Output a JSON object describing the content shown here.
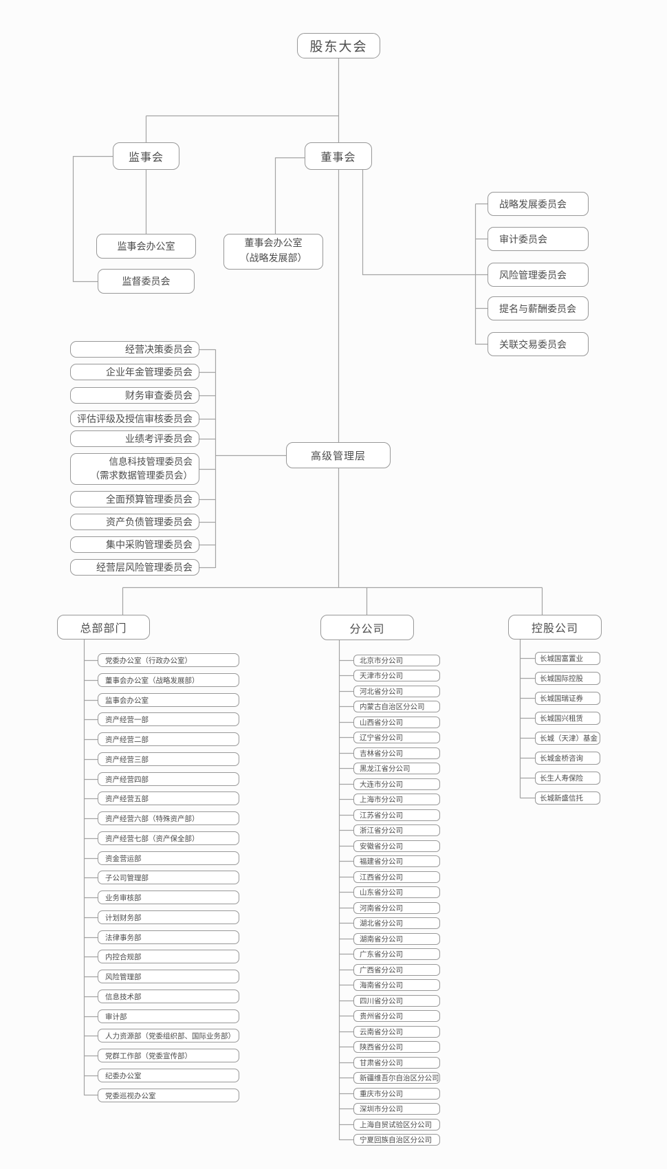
{
  "org": {
    "root": "股东大会",
    "supervisory": {
      "title": "监事会",
      "children": [
        "监事会办公室",
        "监督委员会"
      ]
    },
    "board": {
      "title": "董事会",
      "office": {
        "line1": "董事会办公室",
        "line2": "（战略发展部）"
      },
      "committees": [
        "战略发展委员会",
        "审计委员会",
        "风险管理委员会",
        "提名与薪酬委员会",
        "关联交易委员会"
      ]
    },
    "management": {
      "title": "高级管理层",
      "committees": [
        {
          "label": "经营决策委员会"
        },
        {
          "label": "企业年金管理委员会"
        },
        {
          "label": "财务审查委员会"
        },
        {
          "label": "评估评级及授信审核委员会"
        },
        {
          "label": "业绩考评委员会"
        },
        {
          "label": "信息科技管理委员会",
          "label2": "（需求数据管理委员会）"
        },
        {
          "label": "全面预算管理委员会"
        },
        {
          "label": "资产负债管理委员会"
        },
        {
          "label": "集中采购管理委员会"
        },
        {
          "label": "经营层风险管理委员会"
        }
      ]
    },
    "hq": {
      "title": "总部部门",
      "departments": [
        "党委办公室（行政办公室）",
        "董事会办公室（战略发展部）",
        "监事会办公室",
        "资产经营一部",
        "资产经营二部",
        "资产经营三部",
        "资产经营四部",
        "资产经营五部",
        "资产经营六部（特殊资产部）",
        "资产经营七部（资产保全部）",
        "资金营运部",
        "子公司管理部",
        "业务审核部",
        "计划财务部",
        "法律事务部",
        "内控合规部",
        "风险管理部",
        "信息技术部",
        "审计部",
        "人力资源部（党委组织部、国际业务部）",
        "党群工作部（党委宣传部）",
        "纪委办公室",
        "党委巡视办公室"
      ]
    },
    "branches": {
      "title": "分公司",
      "items": [
        "北京市分公司",
        "天津市分公司",
        "河北省分公司",
        "内蒙古自治区分公司",
        "山西省分公司",
        "辽宁省分公司",
        "吉林省分公司",
        "黑龙江省分公司",
        "大连市分公司",
        "上海市分公司",
        "江苏省分公司",
        "浙江省分公司",
        "安徽省分公司",
        "福建省分公司",
        "江西省分公司",
        "山东省分公司",
        "河南省分公司",
        "湖北省分公司",
        "湖南省分公司",
        "广东省分公司",
        "广西省分公司",
        "海南省分公司",
        "四川省分公司",
        "贵州省分公司",
        "云南省分公司",
        "陕西省分公司",
        "甘肃省分公司",
        "新疆维吾尔自治区分公司",
        "重庆市分公司",
        "深圳市分公司",
        "上海自贸试验区分公司",
        "宁夏回族自治区分公司"
      ]
    },
    "holdings": {
      "title": "控股公司",
      "items": [
        "长城国富置业",
        "长城国际控股",
        "长城国瑞证券",
        "长城国兴租赁",
        "长城（天津）基金",
        "长城金桥咨询",
        "长生人寿保险",
        "长城新盛信托"
      ]
    },
    "colors": {
      "line": "#a3a3a3",
      "box_border": "#979797",
      "text": "#4c4c4c",
      "background": "#fcfcfc"
    }
  }
}
